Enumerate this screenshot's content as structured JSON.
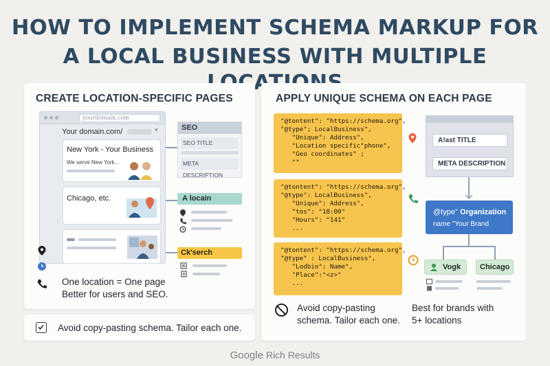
{
  "title": {
    "line1": "HOW TO IMPLEMENT SCHEMA MARKUP FOR",
    "line2": "A LOCAL BUSINESS WITH MULTIPLE LOCATIONS"
  },
  "left_panel": {
    "heading": "CREATE LOCATION-SPECIFIC PAGES",
    "browser_url": "yourdomain.com",
    "domain_label": "Your domain.com/",
    "cards": [
      {
        "title": "New York - Your Business",
        "subtitle": "We serve New York..."
      },
      {
        "title": "Chicago, etc."
      },
      {
        "title": ""
      }
    ],
    "seo": {
      "heading": "SEO",
      "fields": [
        "SEO TITLE",
        "META DESCRIPTION"
      ]
    },
    "location_box": {
      "heading": "A locain"
    },
    "search_box": {
      "heading": "Ck'serch"
    },
    "summary_line1": "One location = One page",
    "summary_line2": "Better for users and SEO."
  },
  "bottom_tip": {
    "text": "Avoid copy-pasting schema. Tailor each one."
  },
  "right_panel": {
    "heading": "APPLY UNIQUE SCHEMA ON EACH PAGE",
    "code_blocks": [
      [
        "\"@tontent\": \"https://schema.org\",",
        "\"@type\"; LocalBusiness\",",
        "   \"Unique\": Address\",",
        "   \"Location specific\"phone\",",
        "   \"Geo coordinates\" ;",
        "   \"\""
      ],
      [
        "\"@tontent\": \"https://schema.org\",",
        "\"@type\": LocalBusiness\",",
        "   \"Unique\": Address\",",
        "   \"tos\": \"18:00\"",
        "   \"Hours\": \"141\"",
        "   ..."
      ],
      [
        "\"@tontent\": \"https://schema.org\",",
        "\"@type\" : LocalBusiness\",",
        "   \"Lodbio\": Name\",",
        "   \"Place\":\"<z>\"",
        "   ..."
      ]
    ],
    "schema_fields": [
      "A!ast TITLE",
      "META DESCRIPTION"
    ],
    "organization": {
      "type_prefix": "@type\"",
      "type_value": "Organization",
      "name_line": "name \"Your Brand"
    },
    "branches": [
      "Vogk",
      "Chicago"
    ],
    "avoid_line1": "Avoid copy-pasting",
    "avoid_line2": "schema. Tailor each one.",
    "best_line1": "Best for brands with",
    "best_line2": "5+ locations"
  },
  "footer": {
    "brand": "Google",
    "label": "Rich Results"
  },
  "colors": {
    "title": "#2f4a63",
    "code_bg": "#f7c44d",
    "org_blue": "#3f78c8",
    "chip_green": "#d4ead6",
    "seo_teal": "#a9d8cf"
  }
}
